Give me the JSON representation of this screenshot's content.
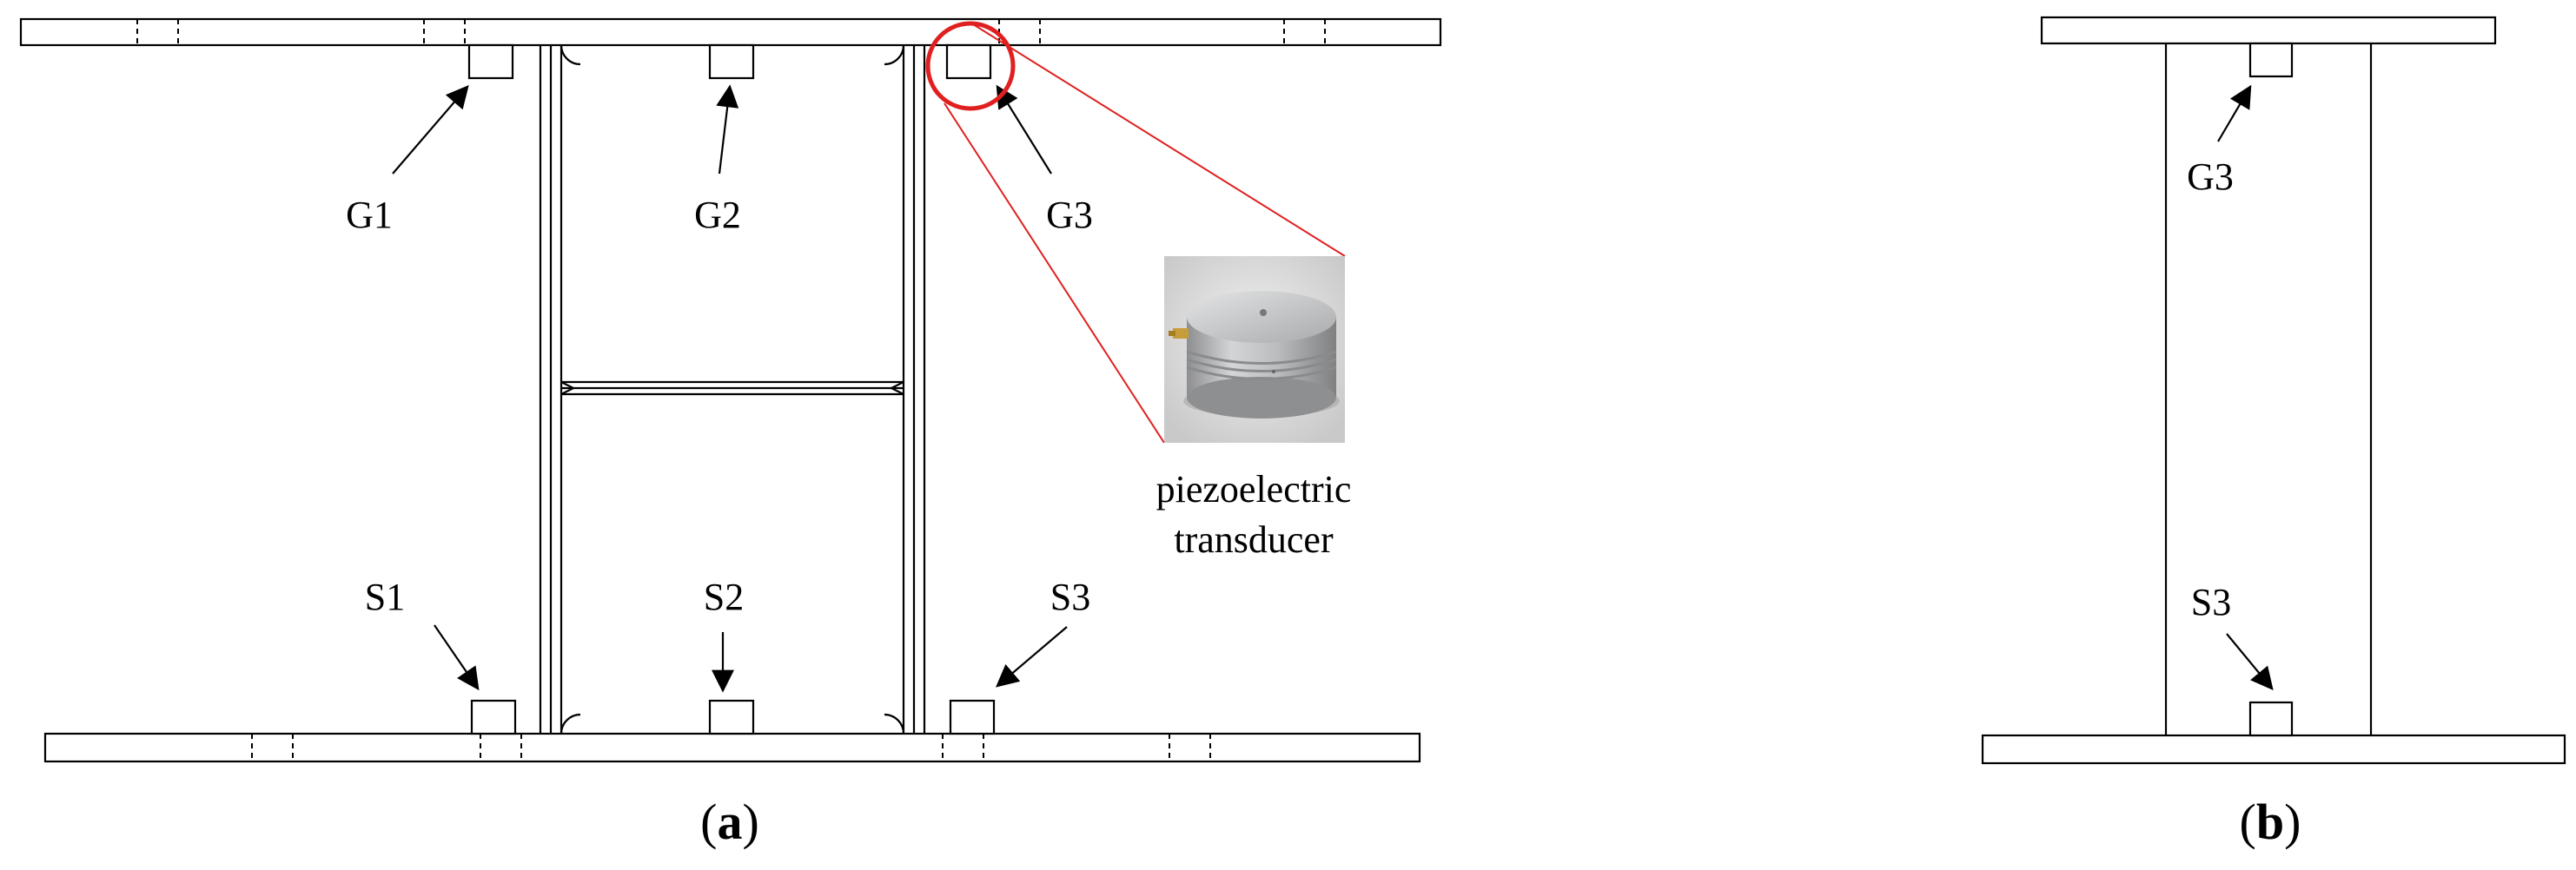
{
  "figure_a": {
    "sensor_labels": {
      "g1": "G1",
      "g2": "G2",
      "g3": "G3",
      "s1": "S1",
      "s2": "S2",
      "s3": "S3"
    },
    "inset_caption_line1": "piezoelectric",
    "inset_caption_line2": "transducer",
    "caption_open": "(",
    "caption_letter": "a",
    "caption_close": ")"
  },
  "figure_b": {
    "sensor_labels": {
      "g3": "G3",
      "s3": "S3"
    },
    "caption_open": "(",
    "caption_letter": "b",
    "caption_close": ")"
  },
  "colors": {
    "line": "#000000",
    "highlight": "#e02020",
    "background": "#ffffff",
    "transducer_body": "#b9babb"
  },
  "icons": [
    "piezoelectric-transducer-photo",
    "arrow-icon"
  ]
}
